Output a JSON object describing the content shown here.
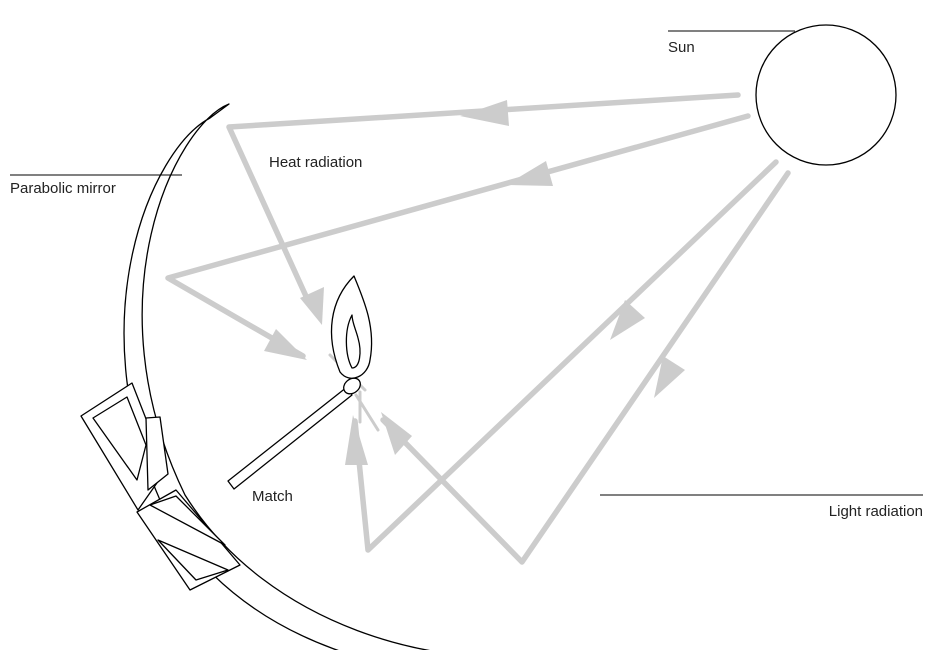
{
  "labels": {
    "sun": "Sun",
    "heat_radiation": "Heat radiation",
    "parabolic_mirror": "Parabolic mirror",
    "match": "Match",
    "light_radiation": "Light radiation"
  },
  "colors": {
    "ray": "#cccccc",
    "outline": "#000000",
    "background": "#ffffff",
    "text": "#222222"
  }
}
